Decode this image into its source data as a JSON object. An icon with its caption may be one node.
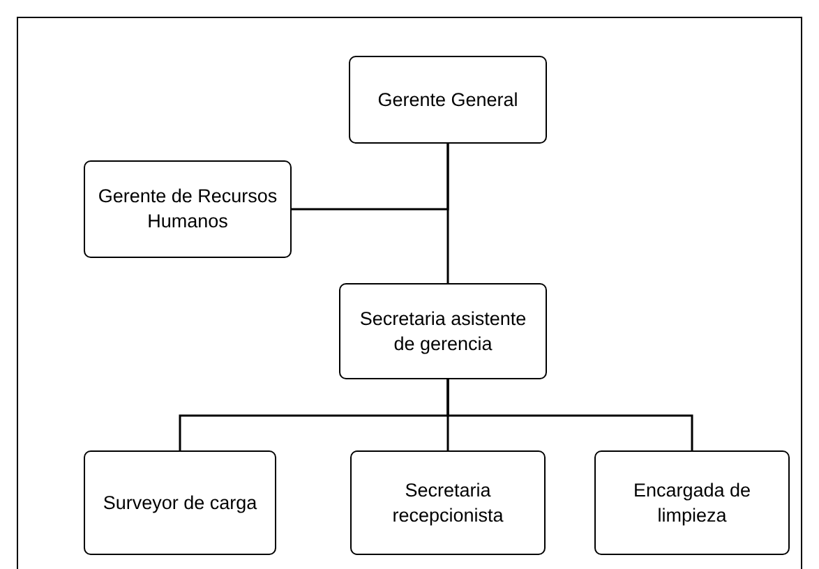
{
  "diagram": {
    "nodes": [
      {
        "text": [
          "Gerente General"
        ]
      },
      {
        "text": [
          "Gerente de Recursos Humanos"
        ]
      },
      {
        "text": [
          "Secretaria asistente de gerencia"
        ]
      },
      {
        "text": [
          "Surveyor de carga"
        ]
      },
      {
        "text": [
          "Secretaria recepcionista"
        ]
      },
      {
        "text": [
          "Encargada de limpieza"
        ]
      }
    ],
    "edges": [
      {
        "from": 0,
        "to": 2,
        "arrow": "none"
      },
      {
        "from": 0,
        "to": 1,
        "arrow": "none"
      },
      {
        "from": 2,
        "to": 3,
        "arrow": "none"
      },
      {
        "from": 2,
        "to": 4,
        "arrow": "none"
      },
      {
        "from": 2,
        "to": 5,
        "arrow": "none"
      }
    ]
  }
}
